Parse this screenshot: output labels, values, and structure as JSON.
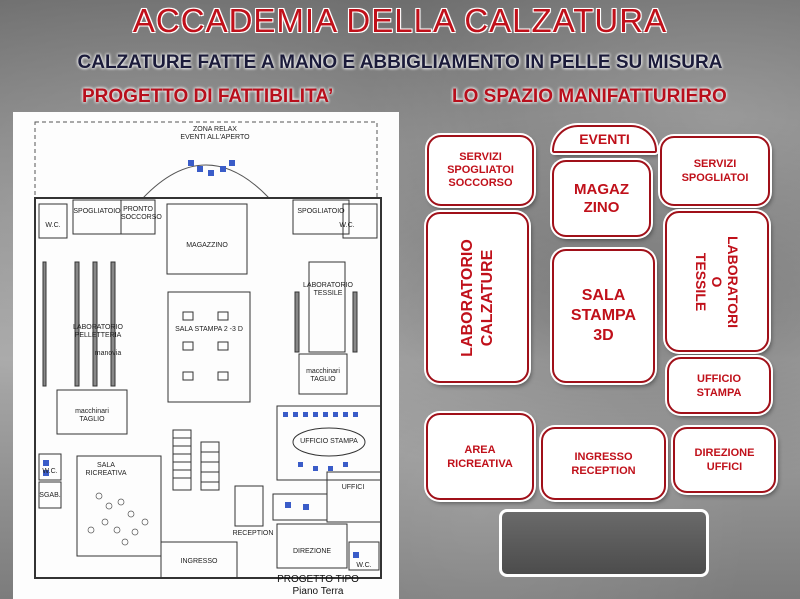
{
  "header": {
    "title": "ACCADEMIA DELLA CALZATURA",
    "subtitle": "CALZATURE FATTE A MANO E ABBIGLIAMENTO IN PELLE SU MISURA",
    "left_heading": "PROGETTO DI FATTIBILITA’",
    "right_heading": "LO SPAZIO MANIFATTURIERO"
  },
  "floor_plan": {
    "zona_relax": "ZONA RELAX\nEVENTI ALL'APERTO",
    "spogliatoio_left": "SPOGLIATOIO",
    "pronto_soccorso": "PRONTO\nSOCCORSO",
    "spogliatoio_right": "SPOGLIATOIO",
    "wc_left": "W.C.",
    "wc_right": "W.C.",
    "magazzino": "MAGAZZINO",
    "laboratorio_tessile": "LABORATORIO\nTESSILE",
    "laboratorio_pelletteria": "LABORATORIO\nPELLETTERIA",
    "manovia": "manovia",
    "sala_stampa": "SALA STAMPA 2 -3 D",
    "macchinari_taglio_right": "macchinari\nTAGLIO",
    "macchinari_taglio_left": "macchinari\nTAGLIO",
    "ufficio_stampa": "UFFICIO STAMPA",
    "wc_bottom_left": "W.C.",
    "sala_ricreativa": "SALA\nRICREATIVA",
    "sgab": "SGAB.",
    "uffici": "UFFICI",
    "reception": "RECEPTION",
    "ingresso": "INGRESSO",
    "direzione": "DIREZIONE",
    "wc_bottom_right": "W.C.",
    "caption_line1": "PROGETTO TIPO",
    "caption_line2": "Piano Terra"
  },
  "spaces": {
    "servizi_left": "SERVIZI\nSPOGLIATOI\nSOCCORSO",
    "eventi": "EVENTI",
    "magazzino": "MAGAZ\nZINO",
    "servizi_right": "SERVIZI\nSPOGLIATOI",
    "laboratorio_calzature": "LABORATORIO\nCALZATURE",
    "sala_stampa": "SALA\nSTAMPA\n3D",
    "laboratorio_tessile": "LABORATORI\nO\nTESSILE",
    "ufficio_stampa": "UFFICIO\nSTAMPA",
    "area_ricreativa": "AREA\nRICREATIVA",
    "ingresso_reception": "INGRESSO\nRECEPTION",
    "direzione_uffici": "DIREZIONE\nUFFICI"
  },
  "colors": {
    "title_red": "#c0101a",
    "box_border": "#a01019",
    "subtitle_navy": "#1b1b3a"
  }
}
